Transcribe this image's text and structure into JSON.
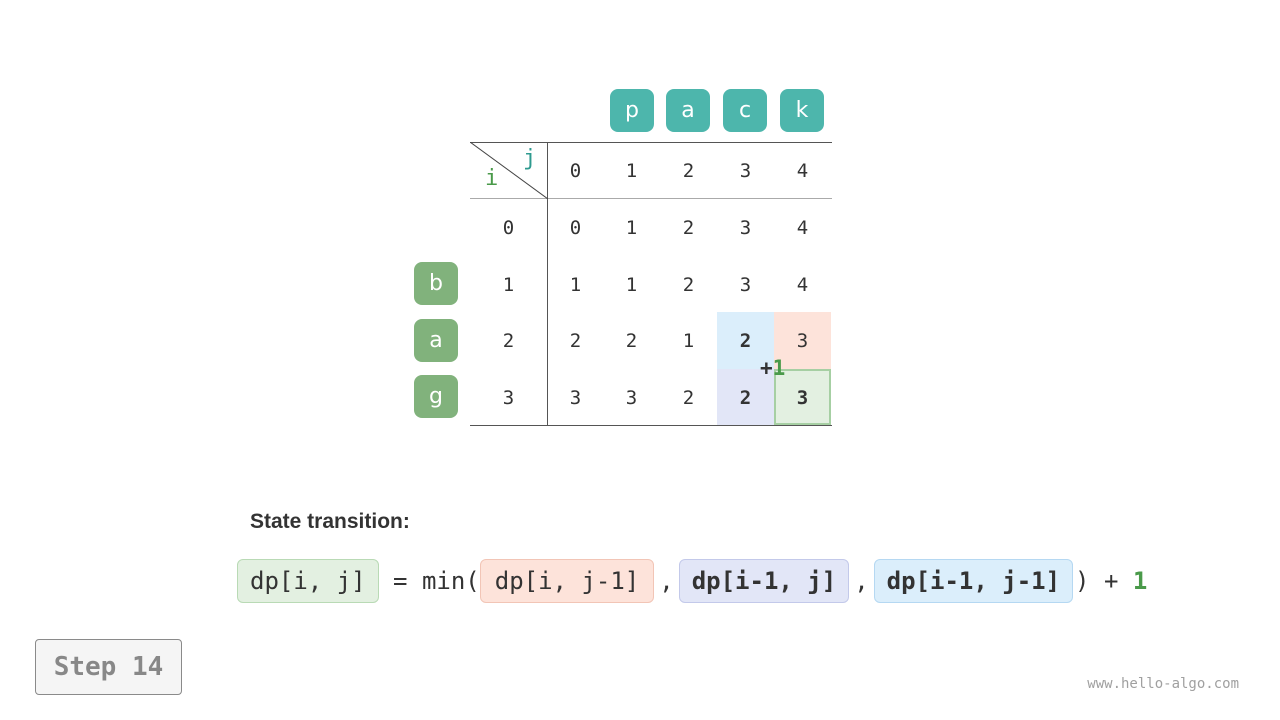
{
  "colors": {
    "top_chip": "#4db6ac",
    "left_chip": "#81b27c",
    "green_text": "#4a9a4a",
    "teal_text": "#2e9a8f",
    "highlight_left": "#fde3da",
    "highlight_up": "#e2e6f7",
    "highlight_diag": "#dbeefb",
    "highlight_target": "#e3f0e1",
    "target_border": "#a6cfa3"
  },
  "top_chars": [
    "p",
    "a",
    "c",
    "k"
  ],
  "left_chars": [
    "b",
    "a",
    "g"
  ],
  "axis": {
    "i_label": "i",
    "j_label": "j"
  },
  "col_headers": [
    "0",
    "1",
    "2",
    "3",
    "4"
  ],
  "row_headers": [
    "0",
    "1",
    "2",
    "3"
  ],
  "grid": [
    [
      "0",
      "1",
      "2",
      "3",
      "4"
    ],
    [
      "1",
      "1",
      "2",
      "3",
      "4"
    ],
    [
      "2",
      "2",
      "1",
      "2",
      "3"
    ],
    [
      "3",
      "3",
      "2",
      "2",
      "3"
    ]
  ],
  "plus_one": {
    "plus": "+",
    "one": "1"
  },
  "state_transition_label": "State transition:",
  "formula": {
    "lhs": "dp[i, j]",
    "eq": " = min(",
    "left_term": "dp[i, j-1]",
    "comma1": ",",
    "up_term": "dp[i-1, j]",
    "comma2": ",",
    "diag_term": "dp[i-1, j-1]",
    "close": ") + ",
    "one": "1"
  },
  "step_label": "Step 14",
  "watermark": "www.hello-algo.com"
}
